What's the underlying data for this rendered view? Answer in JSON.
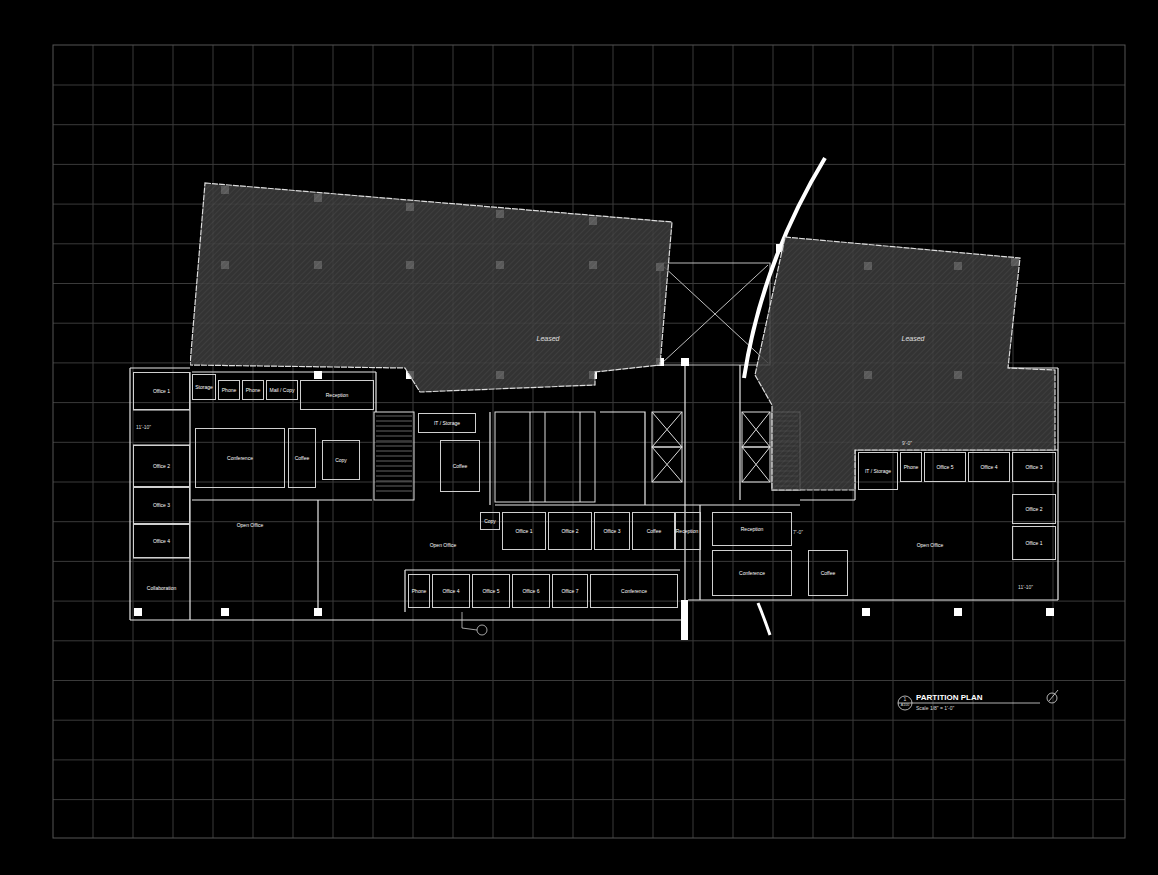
{
  "diagram": {
    "title": "PARTITION PLAN",
    "caption": "Scale 1/8\" = 1'-0\"",
    "nodes": [
      {
        "text": [
          "Leased"
        ]
      },
      {
        "text": [
          "Leased"
        ]
      },
      {
        "text": [
          "Office 1"
        ]
      },
      {
        "text": [
          "Storage"
        ]
      },
      {
        "text": [
          "Phone"
        ]
      },
      {
        "text": [
          "Phone"
        ]
      },
      {
        "text": [
          "Mail / Copy"
        ]
      },
      {
        "text": [
          "Reception"
        ]
      },
      {
        "text": [
          "IT / Storage"
        ]
      },
      {
        "text": [
          "Office 2"
        ]
      },
      {
        "text": [
          "Conference"
        ]
      },
      {
        "text": [
          "Coffee"
        ]
      },
      {
        "text": [
          "Copy"
        ]
      },
      {
        "text": [
          "Coffee"
        ]
      },
      {
        "text": [
          "IT / Storage"
        ]
      },
      {
        "text": [
          "Phone"
        ]
      },
      {
        "text": [
          "Office 5"
        ]
      },
      {
        "text": [
          "Office 4"
        ]
      },
      {
        "text": [
          "Office 3"
        ]
      },
      {
        "text": [
          "Office 3"
        ]
      },
      {
        "text": [
          "Open Office"
        ]
      },
      {
        "text": [
          "Copy"
        ]
      },
      {
        "text": [
          "Open Office"
        ]
      },
      {
        "text": [
          "Office 1"
        ]
      },
      {
        "text": [
          "Office 2"
        ]
      },
      {
        "text": [
          "Office 3"
        ]
      },
      {
        "text": [
          "Coffee"
        ]
      },
      {
        "text": [
          "Reception"
        ]
      },
      {
        "text": [
          "Reception"
        ]
      },
      {
        "text": [
          "Office 2"
        ]
      },
      {
        "text": [
          "Office 4"
        ]
      },
      {
        "text": [
          "Open Office"
        ]
      },
      {
        "text": [
          "Conference"
        ]
      },
      {
        "text": [
          "Coffee"
        ]
      },
      {
        "text": [
          "Office 1"
        ]
      },
      {
        "text": [
          "Collaboration"
        ]
      },
      {
        "text": [
          "Phone"
        ]
      },
      {
        "text": [
          "Office 4"
        ]
      },
      {
        "text": [
          "Office 5"
        ]
      },
      {
        "text": [
          "Office 6"
        ]
      },
      {
        "text": [
          "Office 7"
        ]
      },
      {
        "text": [
          "Conference"
        ]
      }
    ],
    "labels": [
      "11'-10\"",
      "9'-0\"",
      "7'-0\"",
      "11'-10\"",
      "1",
      "A100"
    ]
  }
}
